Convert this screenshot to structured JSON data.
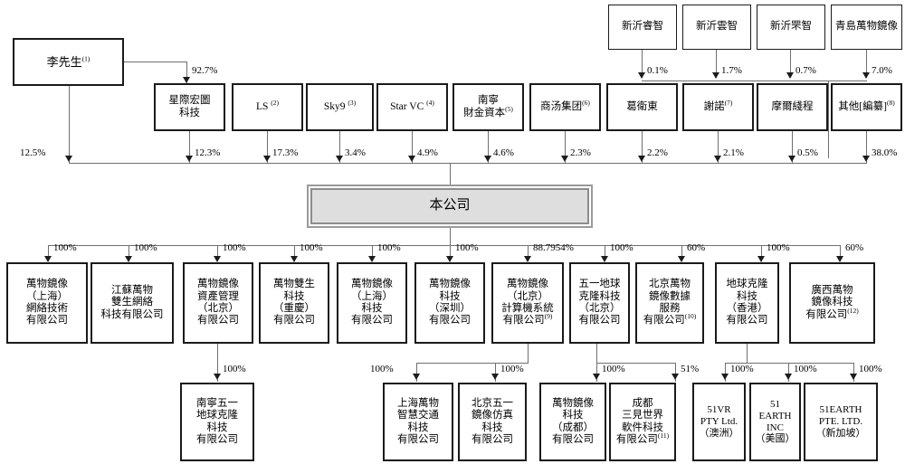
{
  "diagram": {
    "title": "Corporate shareholding structure chart",
    "company": {
      "label": "本公司"
    },
    "tier1_upper": [
      {
        "name": "新沂睿智",
        "pct": "0.1%"
      },
      {
        "name": "新沂雲智",
        "pct": "1.7%"
      },
      {
        "name": "新沂罘智",
        "pct": "0.7%"
      },
      {
        "name": "青島萬物鏡像",
        "pct": "7.0%"
      }
    ],
    "founder": {
      "name": "李先生",
      "note": "(1)",
      "pct_to_subsidiary": "92.7%",
      "pct_to_company": "12.5%"
    },
    "shareholders": [
      {
        "name": "星際宏圖\n科技",
        "note": "",
        "pct": "12.3%"
      },
      {
        "name": "LS ",
        "note": "(2)",
        "pct": "17.3%"
      },
      {
        "name": "Sky9 ",
        "note": "(3)",
        "pct": "3.4%"
      },
      {
        "name": "Star VC ",
        "note": "(4)",
        "pct": "4.9%"
      },
      {
        "name": "南寧\n財金資本",
        "note": "(5)",
        "pct": "4.6%"
      },
      {
        "name": "商汤集团",
        "note": "(6)",
        "pct": "2.3%"
      },
      {
        "name": "葛衛東",
        "note": "",
        "pct": "2.2%"
      },
      {
        "name": "謝諾",
        "note": "(7)",
        "pct": "2.1%"
      },
      {
        "name": "摩爾綫程",
        "note": "",
        "pct": "0.5%"
      },
      {
        "name": "其他[編纂]",
        "note": "(8)",
        "pct": "38.0%"
      }
    ],
    "subsidiaries": [
      {
        "name": "萬物鏡像\n（上海）\n網絡技術\n有限公司",
        "note": "",
        "pct": "100%"
      },
      {
        "name": "江蘇萬物\n雙生網絡\n科技有限公司",
        "note": "",
        "pct": "100%"
      },
      {
        "name": "萬物鏡像\n資產管理\n（北京）\n有限公司",
        "note": "",
        "pct": "100%"
      },
      {
        "name": "萬物雙生\n科技\n（重慶）\n有限公司",
        "note": "",
        "pct": "100%"
      },
      {
        "name": "萬物鏡像\n（上海）\n科技\n有限公司",
        "note": "",
        "pct": "100%"
      },
      {
        "name": "萬物鏡像\n科技\n（深圳）\n有限公司",
        "note": "",
        "pct": "100%"
      },
      {
        "name": "萬物鏡像\n（北京）\n計算機系統\n有限公司",
        "note": "(9)",
        "pct": "88.7954%"
      },
      {
        "name": "五一地球\n克隆科技\n（北京）\n有限公司",
        "note": "",
        "pct": "100%"
      },
      {
        "name": "北京萬物\n鏡像數據\n服務\n有限公司",
        "note": "(10)",
        "pct": "60%"
      },
      {
        "name": "地球克隆\n科技\n（香港）\n有限公司",
        "note": "",
        "pct": "100%"
      },
      {
        "name": "廣西萬物\n鏡像科技\n有限公司",
        "note": "(12)",
        "pct": "60%"
      }
    ],
    "grandchildren": [
      {
        "name": "南寧五一\n地球克隆\n科技\n有限公司",
        "note": "",
        "pct": "100%"
      },
      {
        "name": "上海萬物\n智慧交通\n科技\n有限公司",
        "note": "",
        "pct": "100%"
      },
      {
        "name": "北京五一\n鏡像仿真\n科技\n有限公司",
        "note": "",
        "pct": "100%"
      },
      {
        "name": "萬物鏡像\n科技\n（成都）\n有限公司",
        "note": "",
        "pct": "100%"
      },
      {
        "name": "成都\n三見世界\n軟件科技\n有限公司",
        "note": "(11)",
        "pct": "51%"
      },
      {
        "name": "51VR\nPTY Ltd.\n（澳洲）",
        "note": "",
        "pct": "100%"
      },
      {
        "name": "51\nEARTH\nINC\n（美國）",
        "note": "",
        "pct": "100%"
      },
      {
        "name": "51EARTH\nPTE. LTD.\n（新加坡）",
        "note": "",
        "pct": "100%"
      }
    ],
    "colors": {
      "line": "#6f6f6f",
      "box_border": "#1a1a1a",
      "company_fill": "#dedede",
      "company_border": "#8c8c8c"
    }
  }
}
